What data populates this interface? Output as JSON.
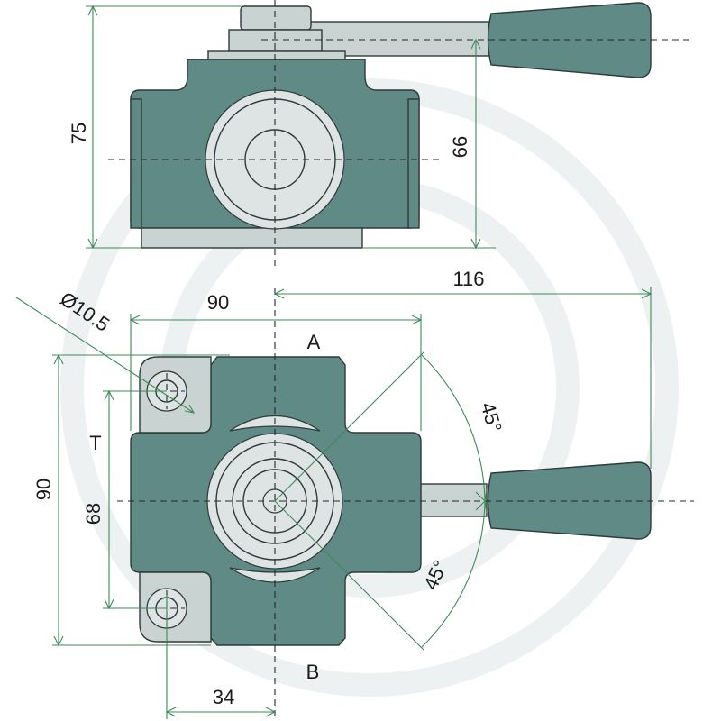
{
  "figure": {
    "type": "technical-drawing",
    "subject": "3-way ball valve with lever handle",
    "colors": {
      "valve_body": "#5f8a86",
      "valve_parts": "#c9d3d2",
      "outline": "#2f3a3a",
      "dimension_lines": "#3e8a5a",
      "text": "#1a1a1a"
    }
  },
  "dimensions": {
    "overall_height": "75",
    "axis_height": "66",
    "lever_reach": "116",
    "body_width": "90",
    "mounting_hole_diameter": "Ø10.5",
    "body_height": "90",
    "hole_spacing": "68",
    "hole_offset": "34",
    "rotation_upper": "45°",
    "rotation_lower": "45°"
  },
  "ports": {
    "a": "A",
    "b": "B",
    "t": "T"
  }
}
